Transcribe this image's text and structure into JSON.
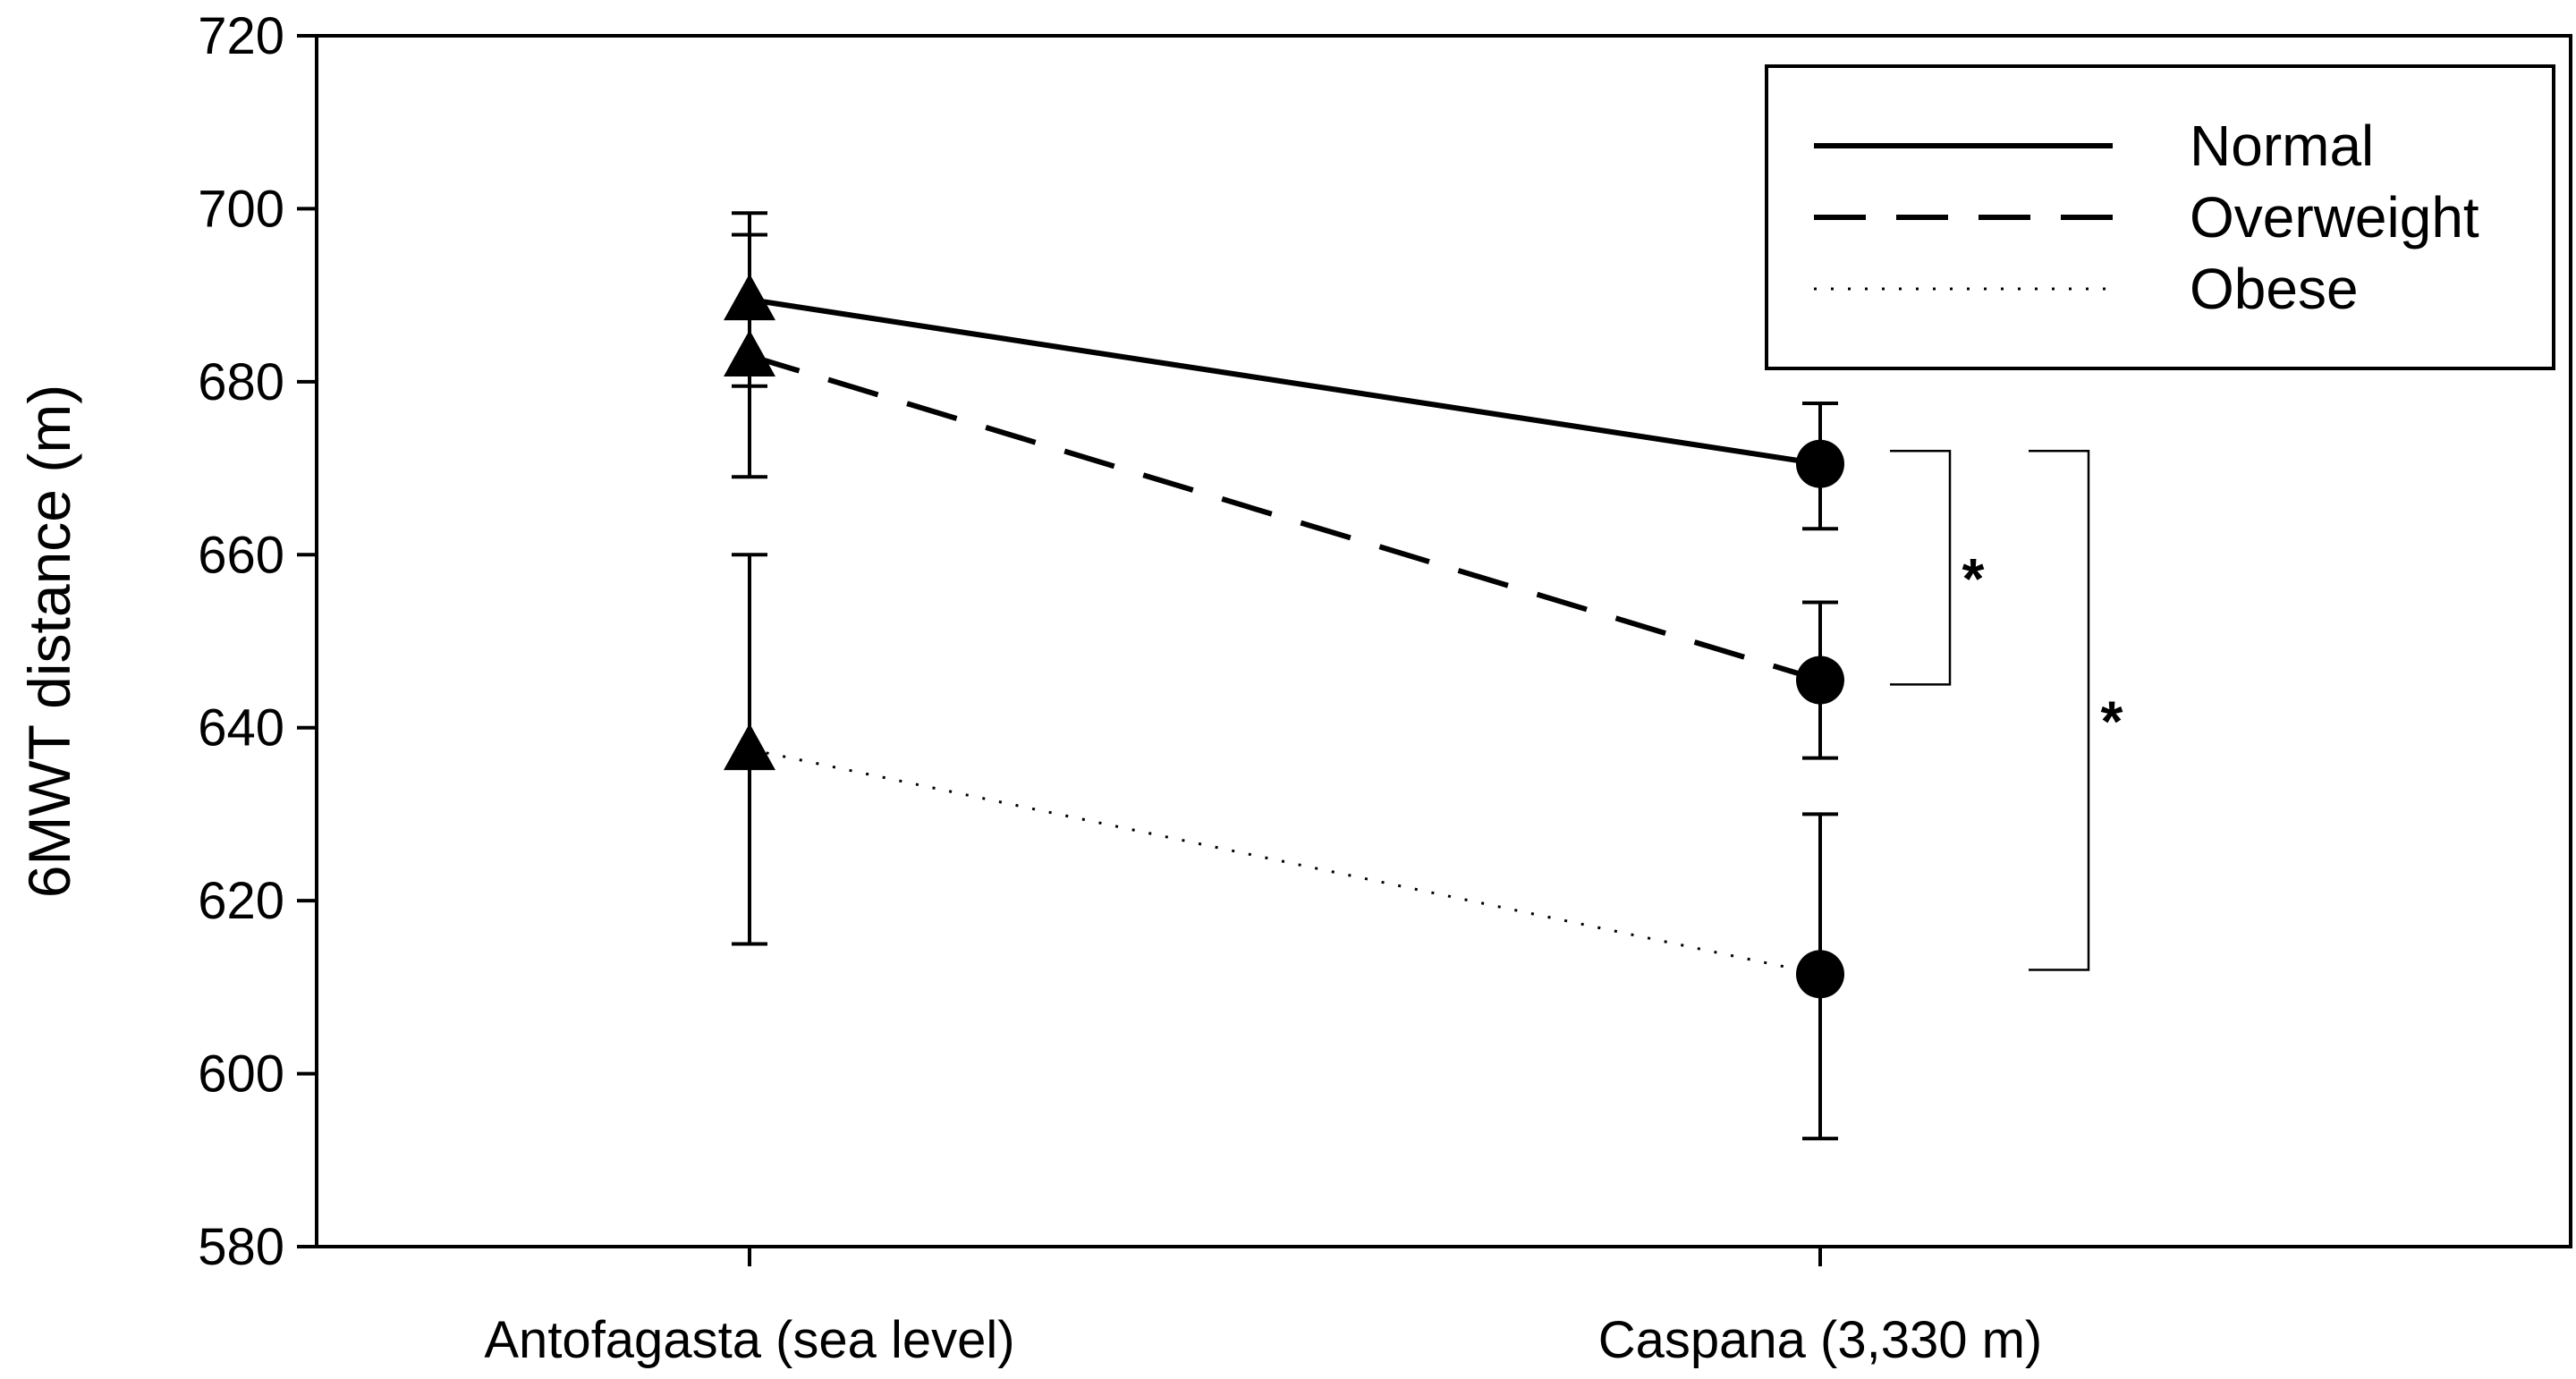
{
  "chart_data": {
    "type": "line",
    "title": "",
    "xlabel": "",
    "ylabel": "6MWT distance (m)",
    "categories": [
      "Antofagasta (sea level)",
      "Caspana (3,330 m)"
    ],
    "ylim": [
      580,
      720
    ],
    "yticks": [
      580,
      600,
      620,
      640,
      660,
      680,
      700,
      720
    ],
    "grid": false,
    "legend_position": "top-right",
    "markers": [
      "triangle",
      "circle"
    ],
    "series": [
      {
        "name": "Normal",
        "style": "solid",
        "values": [
          689.5,
          670.5
        ],
        "error_upper": [
          699.5,
          677.5
        ],
        "error_lower": [
          679.5,
          663
        ]
      },
      {
        "name": "Overweight",
        "style": "dashed",
        "values": [
          683,
          645.5
        ],
        "error_upper": [
          697,
          654.5
        ],
        "error_lower": [
          669,
          636.5
        ]
      },
      {
        "name": "Obese",
        "style": "dotted",
        "values": [
          637.5,
          611.5
        ],
        "error_upper": [
          660,
          630
        ],
        "error_lower": [
          615,
          592.5
        ]
      }
    ],
    "annotations": [
      {
        "text": "*",
        "from": 672,
        "to": 645
      },
      {
        "text": "*",
        "from": 672,
        "to": 612
      }
    ]
  },
  "colors": {
    "ink": "#000000",
    "background": "#ffffff"
  }
}
